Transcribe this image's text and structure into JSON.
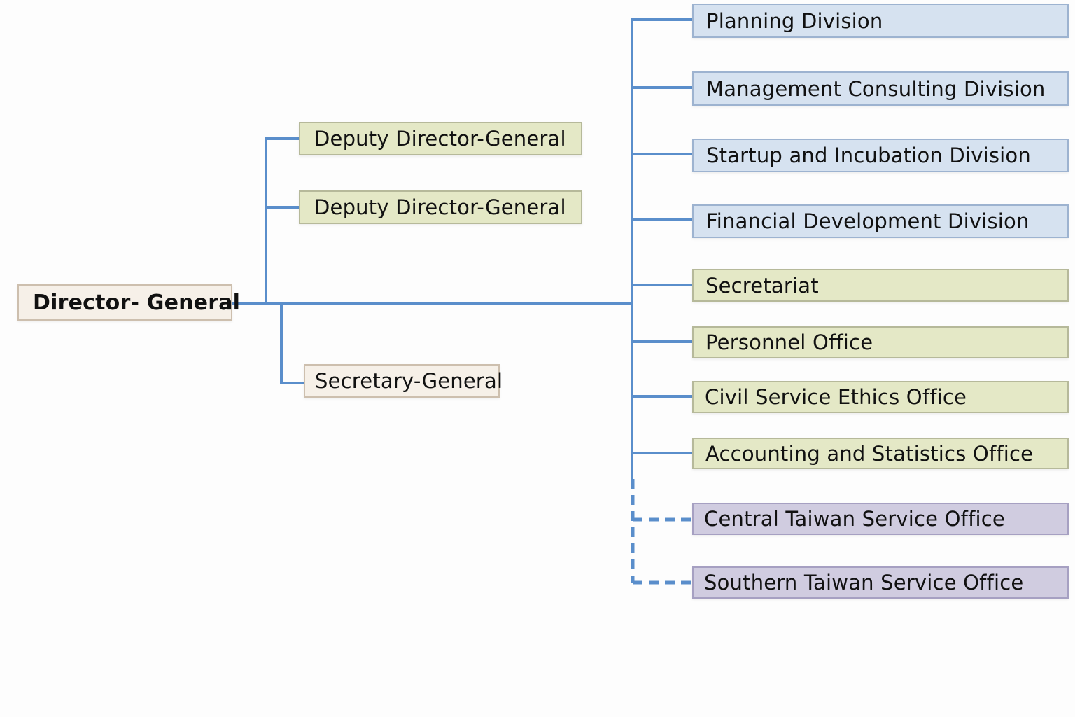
{
  "diagram": {
    "type": "organization-chart",
    "root": {
      "label": "Director- General"
    },
    "deputies": [
      {
        "label": "Deputy Director-General"
      },
      {
        "label": "Deputy Director-General"
      }
    ],
    "secretary": {
      "label": "Secretary-General"
    },
    "divisions": [
      {
        "label": "Planning Division"
      },
      {
        "label": "Management Consulting Division"
      },
      {
        "label": "Startup and Incubation Division"
      },
      {
        "label": "Financial Development Division"
      }
    ],
    "offices": [
      {
        "label": "Secretariat"
      },
      {
        "label": "Personnel Office"
      },
      {
        "label": "Civil Service Ethics Office"
      },
      {
        "label": "Accounting and Statistics Office"
      }
    ],
    "service_offices": [
      {
        "label": "Central Taiwan Service Office",
        "connector": "dashed"
      },
      {
        "label": "Southern Taiwan Service Office",
        "connector": "dashed"
      }
    ],
    "colors": {
      "connector": "#5a8ecb",
      "root_fill": "#f6f0e8",
      "deputy_fill": "#e4e8c6",
      "division_fill": "#d6e2f0",
      "office_fill": "#e4e8c6",
      "service_office_fill": "#d0cce0"
    }
  }
}
